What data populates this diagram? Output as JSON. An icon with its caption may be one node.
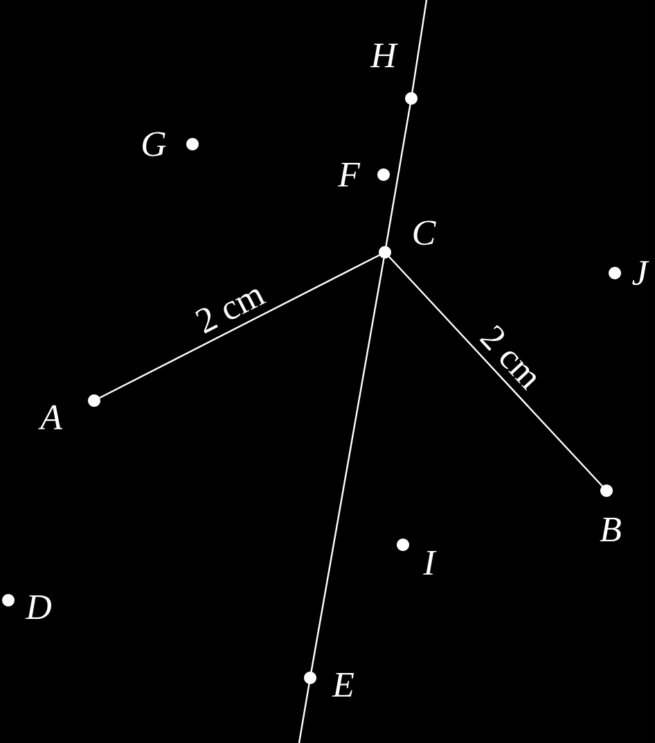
{
  "diagram": {
    "nodes": [
      {
        "text": [
          "H"
        ]
      },
      {
        "text": [
          "G"
        ]
      },
      {
        "text": [
          "F"
        ]
      },
      {
        "text": [
          "C"
        ]
      },
      {
        "text": [
          "J"
        ]
      },
      {
        "text": [
          "A"
        ]
      },
      {
        "text": [
          "B"
        ]
      },
      {
        "text": [
          "I"
        ]
      },
      {
        "text": [
          "D"
        ]
      },
      {
        "text": [
          "E"
        ]
      }
    ],
    "edges": [
      {
        "from": 5,
        "to": 3,
        "arrow": "none",
        "label": "2 cm"
      },
      {
        "from": 3,
        "to": 6,
        "arrow": "none",
        "label": "2 cm"
      },
      {
        "from": null,
        "to": 0,
        "arrow": "none"
      },
      {
        "from": 0,
        "to": 3,
        "arrow": "none"
      },
      {
        "from": 3,
        "to": 9,
        "arrow": "none"
      },
      {
        "from": 9,
        "to": null,
        "arrow": "none"
      }
    ]
  }
}
